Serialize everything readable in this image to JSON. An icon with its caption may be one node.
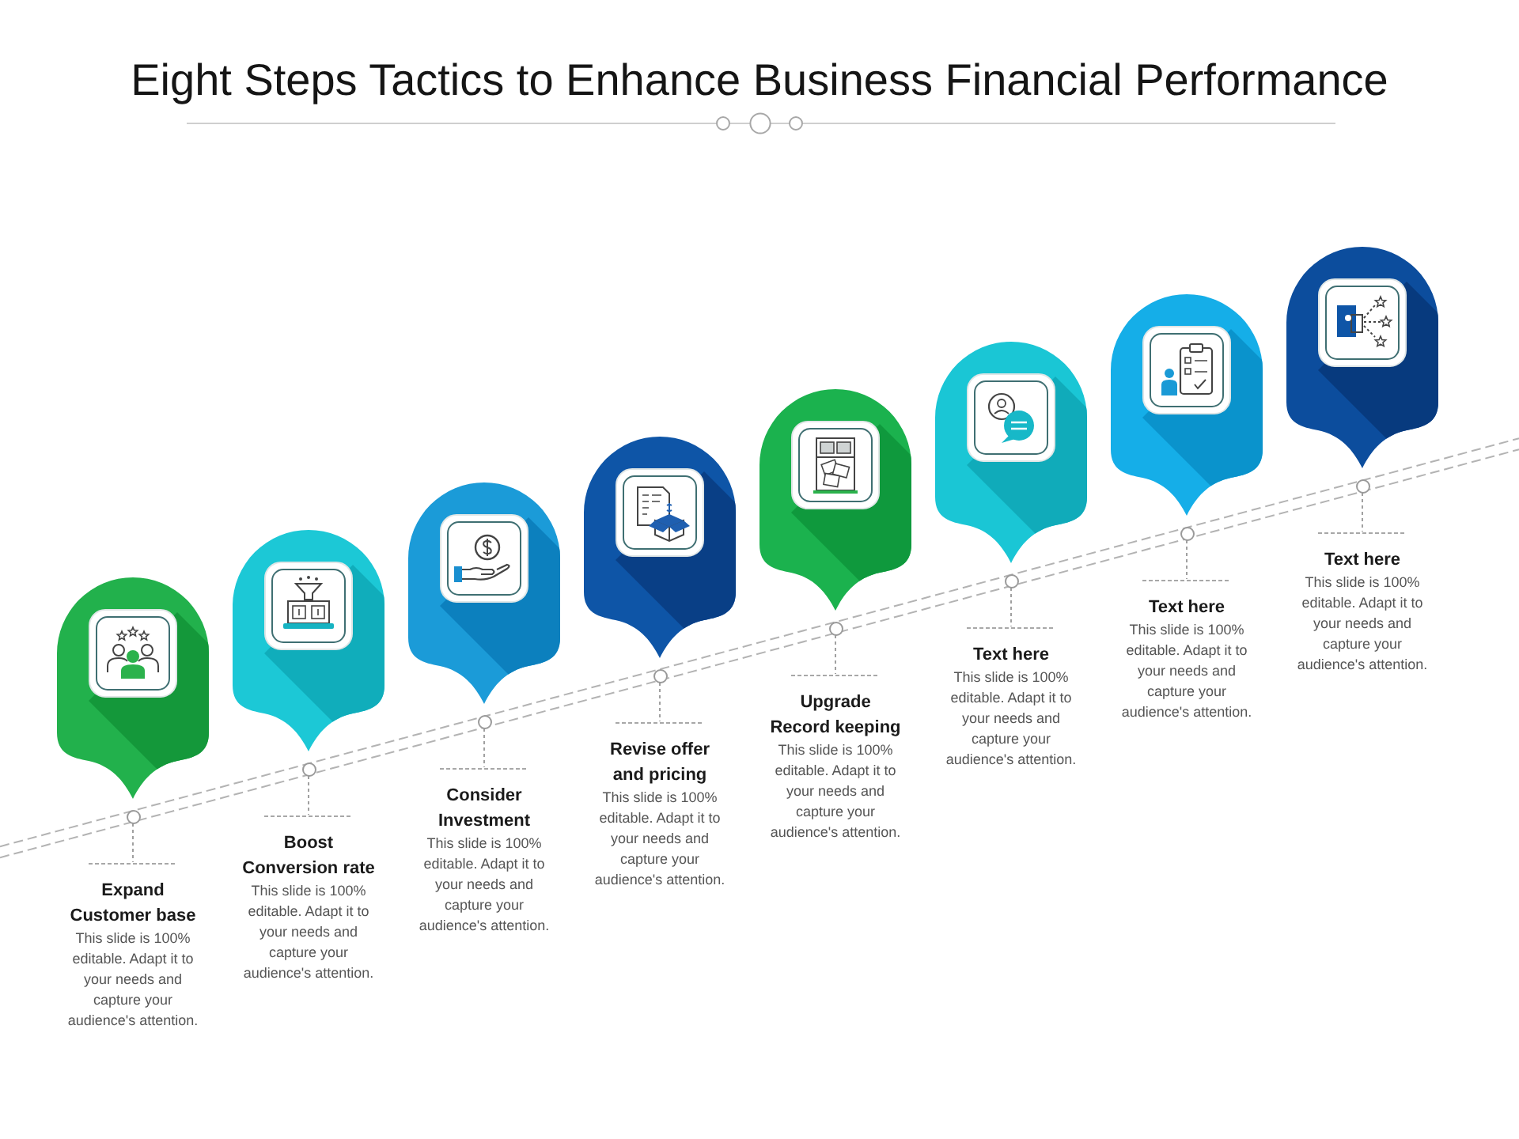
{
  "diagram": {
    "title": "Eight Steps Tactics to Enhance Business Financial Performance",
    "nodes": [
      {
        "text": [],
        "shape": "circle"
      },
      {
        "text": [
          "Expand Customer base",
          "This slide is 100% editable. Adapt it to your needs and capture your audience's attention."
        ]
      },
      {
        "text": [],
        "shape": "circle"
      },
      {
        "text": [
          "Boost Conversion rate",
          "This slide is 100% editable. Adapt it to your needs and capture your audience's attention."
        ]
      },
      {
        "text": [],
        "shape": "circle"
      },
      {
        "text": [
          "Consider Investment",
          "This slide is 100% editable. Adapt it to your needs and capture your audience's attention."
        ]
      },
      {
        "text": [],
        "shape": "circle"
      },
      {
        "text": [
          "Revise offer and pricing",
          "This slide is 100% editable. Adapt it to your needs and capture your audience's attention."
        ]
      },
      {
        "text": [],
        "shape": "circle"
      },
      {
        "text": [
          "Upgrade Record keeping",
          "This slide is 100% editable. Adapt it to your needs and capture your audience's attention."
        ]
      },
      {
        "text": [],
        "shape": "circle"
      },
      {
        "text": [
          "Text here",
          "This slide is 100% editable. Adapt it to your needs and capture your audience's attention."
        ]
      },
      {
        "text": [],
        "shape": "circle"
      },
      {
        "text": [
          "Text here",
          "This slide is 100% editable. Adapt it to your needs and capture your audience's attention."
        ]
      },
      {
        "text": [],
        "shape": "circle"
      },
      {
        "text": [
          "Text here",
          "This slide is 100% editable. Adapt it to your needs and capture your audience's attention."
        ]
      }
    ],
    "edges": [
      {
        "from": 0,
        "to": 1,
        "arrow": "none",
        "style": "dashed"
      },
      {
        "from": 2,
        "to": 3,
        "arrow": "none",
        "style": "dashed"
      },
      {
        "from": 4,
        "to": 5,
        "arrow": "none",
        "style": "dashed"
      },
      {
        "from": 6,
        "to": 7,
        "arrow": "none",
        "style": "dashed"
      },
      {
        "from": 8,
        "to": 9,
        "arrow": "none",
        "style": "dashed"
      },
      {
        "from": 10,
        "to": 11,
        "arrow": "none",
        "style": "dashed"
      },
      {
        "from": 12,
        "to": 13,
        "arrow": "none",
        "style": "dashed"
      },
      {
        "from": 14,
        "to": 15,
        "arrow": "none",
        "style": "dashed"
      }
    ]
  }
}
